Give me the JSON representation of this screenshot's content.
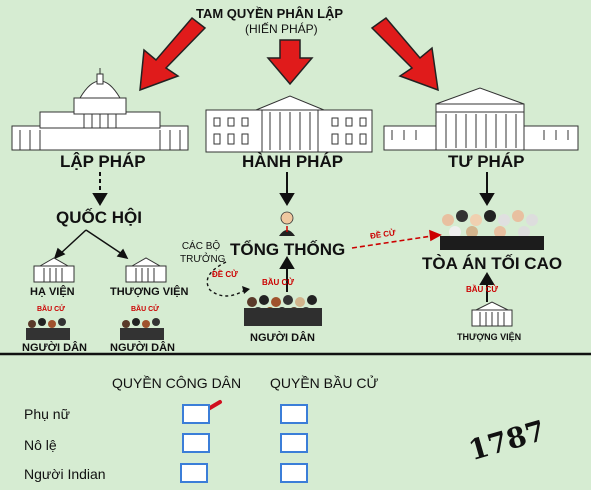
{
  "top": {
    "title": "TAM QUYỀN PHÂN LẬP",
    "subtitle": "(HIẾN PHÁP)"
  },
  "branches": {
    "legislative": "LẬP PHÁP",
    "executive": "HÀNH PHÁP",
    "judicial": "TƯ PHÁP"
  },
  "legislative": {
    "congress": "QUỐC HỘI",
    "house": "HẠ VIỆN",
    "senate": "THƯỢNG VIỆN",
    "vote1": "BẦU CỬ",
    "vote2": "BẦU CỬ",
    "people1": "NGƯỜI DÂN",
    "people2": "NGƯỜI DÂN"
  },
  "executive": {
    "president": "TỔNG THỐNG",
    "cabinet": "CÁC BỘ TRƯỞNG",
    "nominate_cabinet": "ĐỀ CỬ",
    "vote": "BẦU CỬ",
    "people": "NGƯỜI DÂN"
  },
  "judicial": {
    "court": "TÒA ÁN TỐI CAO",
    "nominate": "ĐỀ CỬ",
    "vote": "BẦU CỬ",
    "senate": "THƯỢNG VIỆN"
  },
  "rights_table": {
    "col1": "QUYỀN CÔNG DÂN",
    "col2": "QUYỀN BẦU CỬ",
    "rows": [
      {
        "label": "Phụ nữ",
        "civil": true,
        "vote": false
      },
      {
        "label": "Nô lệ",
        "civil": false,
        "vote": false
      },
      {
        "label": "Người Indian",
        "civil": false,
        "vote": false
      }
    ]
  },
  "year": "1787",
  "colors": {
    "background": "#d6ecd2",
    "arrow_red": "#e01b1b",
    "checkbox_border": "#3b7ed8"
  }
}
